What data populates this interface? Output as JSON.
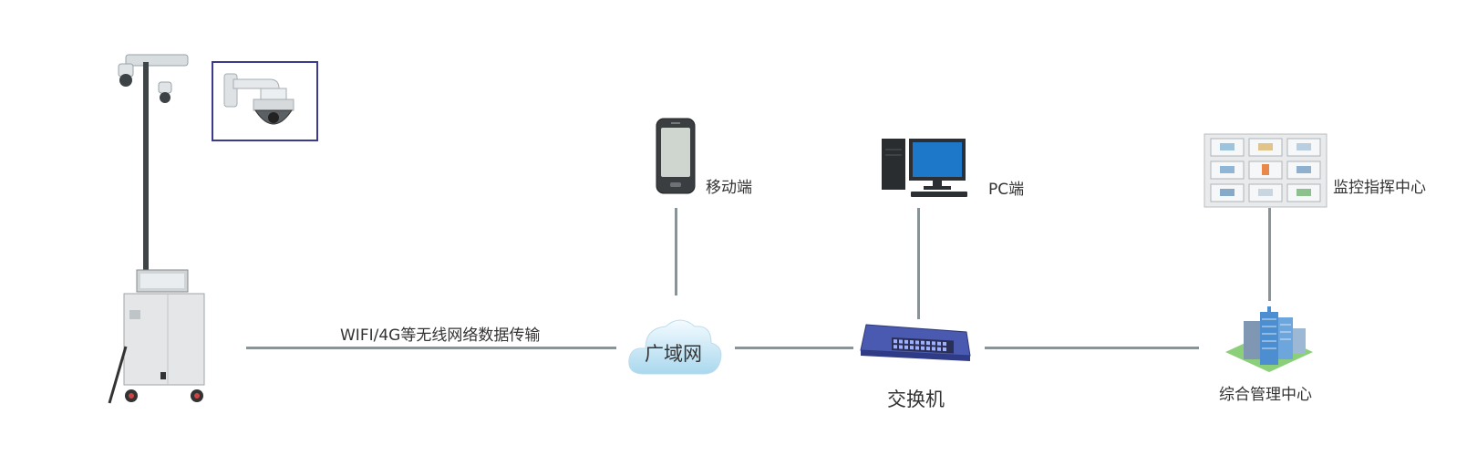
{
  "diagram": {
    "link_label": "WIFI/4G等无线网络数据传输",
    "cloud_label": "广域网",
    "switch_label": "交换机",
    "mobile_label": "移动端",
    "pc_label": "PC端",
    "monitor_label": "监控指挥中心",
    "management_label": "综合管理中心"
  }
}
